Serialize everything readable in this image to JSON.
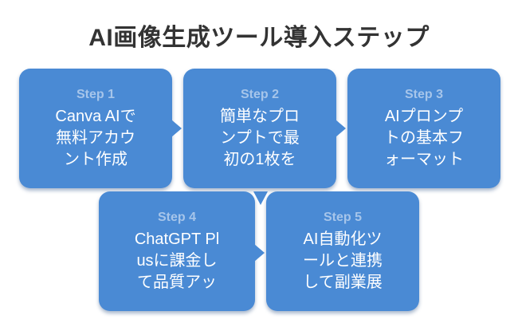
{
  "title": "AI画像生成ツール導入ステップ",
  "colors": {
    "box_blue": "#4a8ad4",
    "step_label": "#a6c5ea",
    "body_text": "#ffffff",
    "title_text": "#333333",
    "background": "#ffffff"
  },
  "steps": [
    {
      "label": "Step 1",
      "lines": [
        "Canva AIで",
        "無料アカウ",
        "ント作成"
      ]
    },
    {
      "label": "Step 2",
      "lines": [
        "簡単なプロ",
        "ンプトで最",
        "初の1枚を"
      ]
    },
    {
      "label": "Step 3",
      "lines": [
        "AIプロンプ",
        "トの基本フ",
        "ォーマット"
      ]
    },
    {
      "label": "Step 4",
      "lines": [
        "ChatGPT Pl",
        "usに課金し",
        "て品質アッ"
      ]
    },
    {
      "label": "Step 5",
      "lines": [
        "AI自動化ツ",
        "ールと連携",
        "して副業展"
      ]
    }
  ]
}
